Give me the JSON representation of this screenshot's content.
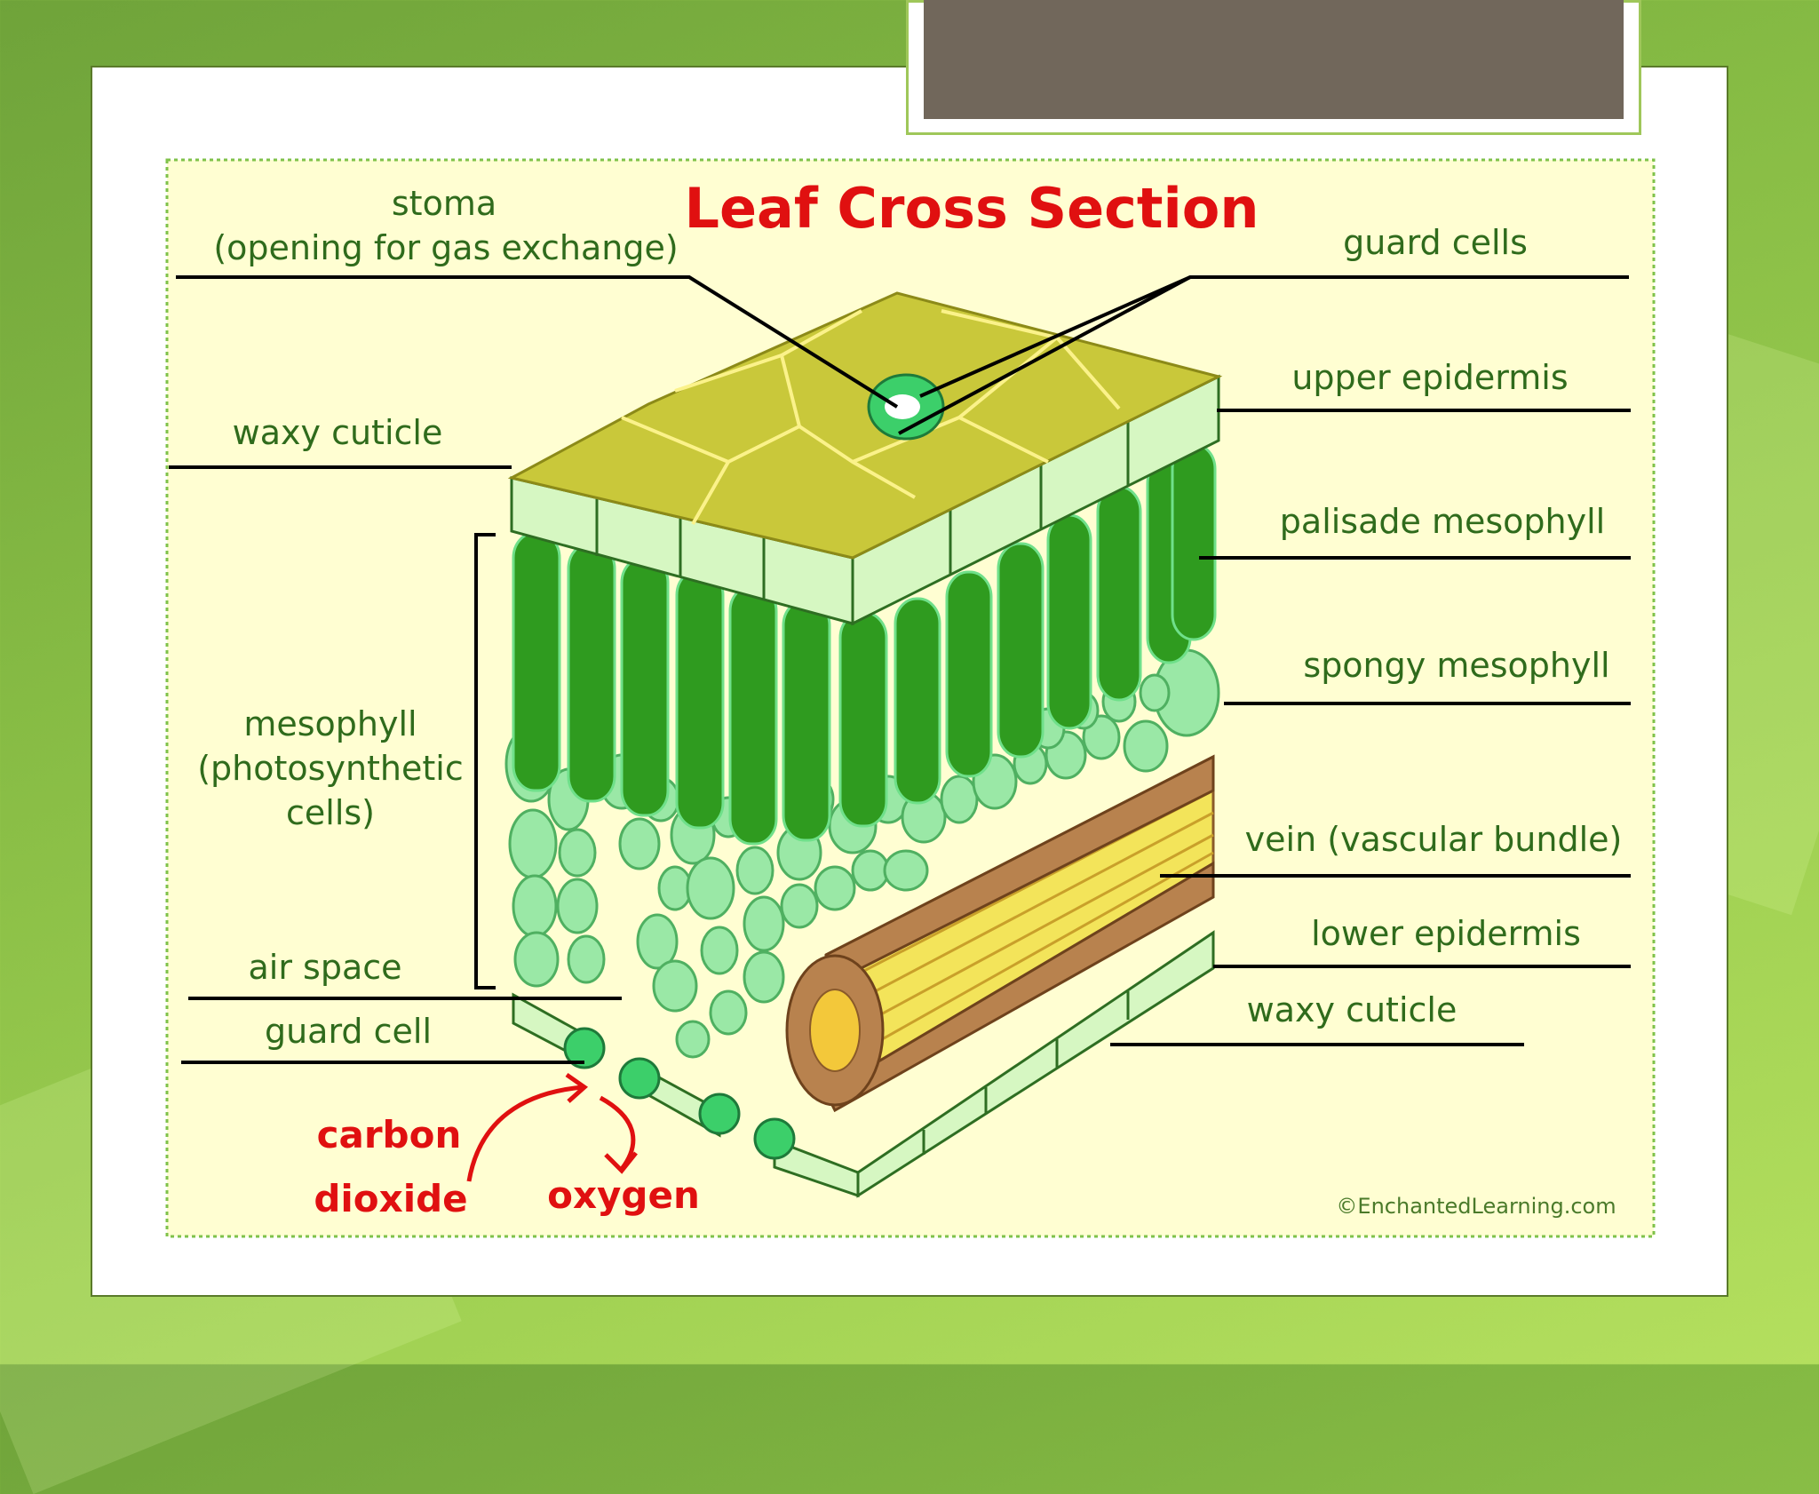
{
  "diagram": {
    "title": "Leaf Cross Section",
    "labels": {
      "stoma_line1": "stoma",
      "stoma_line2": "(opening for gas exchange)",
      "guard_cells": "guard cells",
      "upper_epidermis": "upper epidermis",
      "waxy_cuticle_top": "waxy cuticle",
      "palisade_mesophyll": "palisade mesophyll",
      "spongy_mesophyll": "spongy mesophyll",
      "mesophyll_line1": "mesophyll",
      "mesophyll_line2": "(photosynthetic",
      "mesophyll_line3": "cells)",
      "vein": "vein (vascular bundle)",
      "lower_epidermis": "lower epidermis",
      "air_space": "air space",
      "guard_cell": "guard cell",
      "waxy_cuticle_bottom": "waxy cuticle",
      "carbon_dioxide_line1": "carbon",
      "carbon_dioxide_line2": "dioxide",
      "oxygen": "oxygen",
      "copyright": "©EnchantedLearning.com"
    },
    "colors": {
      "title": "#e01010",
      "label_text": "#2f6b1c",
      "panel_background": "#fffed2",
      "cuticle": "#c9c83a",
      "palisade": "#2f9b1f",
      "spongy": "#9ae8a6",
      "epidermis": "#d6f7c2",
      "vein": "#b8824e",
      "xylem": "#f3e45a",
      "guard_cell": "#3ccf6a",
      "arrow": "#e01010"
    }
  }
}
